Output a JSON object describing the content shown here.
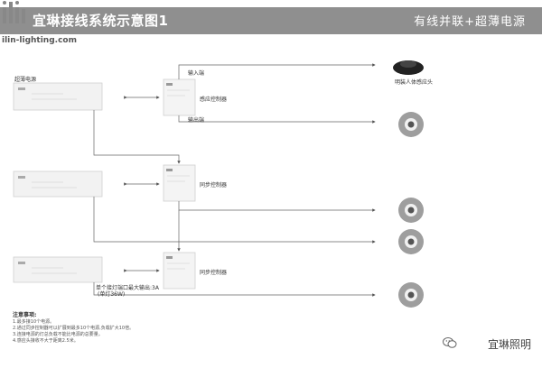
{
  "header": {
    "title": "宜琳接线系统示意图1",
    "subtitle": "有线并联+超薄电源",
    "bar_color": "#8f8f8f"
  },
  "logo": {
    "url": "ilin-lighting.com"
  },
  "labels": {
    "power_supply": "超薄电源",
    "input_port": "输入端",
    "output_port": "输出端",
    "sensor_controller": "感应控制器",
    "sync_controller_1": "同步控制器",
    "sync_controller_2": "同步控制器",
    "sensor_head": "明装人体感应头",
    "max_output": "单个接灯端口最大输出:3A",
    "max_power": "(单灯36W)"
  },
  "notes": {
    "title": "注意事项:",
    "items": [
      "1.最多接10个电源。",
      "2.通过同步控制器可以扩展到最多10个电源,负载扩大10倍。",
      "3.连接电源的灯总负载不能比电源的总要量。",
      "4.感应头接收不大于距离2.5米。"
    ]
  },
  "footer": {
    "brand": "宜琳照明"
  }
}
